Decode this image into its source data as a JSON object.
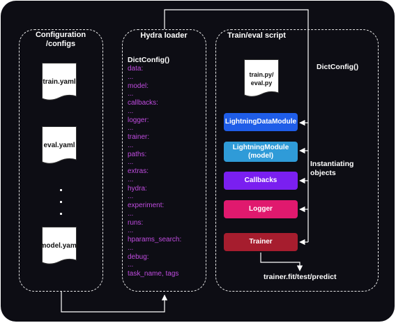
{
  "colors": {
    "background": "#0d0d14",
    "config_key": "#c04ce0",
    "datamodule": "#1f5de8",
    "lightningmodule": "#2f9bd8",
    "callbacks": "#7a1ff0",
    "logger": "#e0196e",
    "trainer": "#a61d2e"
  },
  "configuration": {
    "title": "Configuration\n/configs",
    "files": [
      "train.yaml",
      "eval.yaml",
      "model.yaml"
    ],
    "file_icon": "document-icon"
  },
  "hydra": {
    "title": "Hydra loader",
    "dictconfig_label": "DictConfig()",
    "keys": [
      "data:",
      "model:",
      "callbacks:",
      "logger:",
      "trainer:",
      "paths:",
      "extras:",
      "hydra:",
      "experiment:",
      "runs:",
      "hparams_search:",
      "debug:",
      "task_name, tags"
    ],
    "ellipsis": "..."
  },
  "script": {
    "title": "Train/eval script",
    "file": "train.py/\neval.py",
    "dictconfig_label": "DictConfig()",
    "instantiating_label": "Instantiating\nobjects",
    "output_label": "trainer.fit/test/predict",
    "modules": [
      "LightningDataModule",
      "LightningModule\n(model)",
      "Callbacks",
      "Logger",
      "Trainer"
    ]
  }
}
